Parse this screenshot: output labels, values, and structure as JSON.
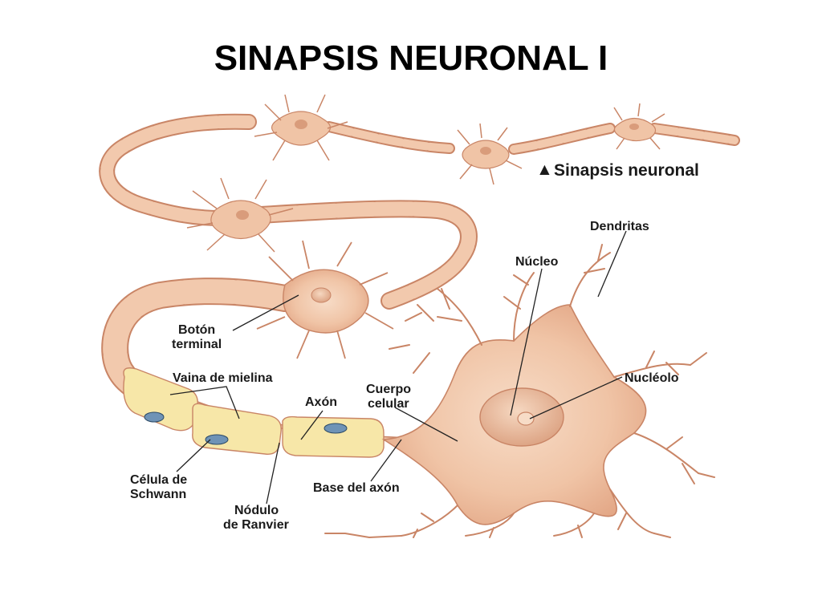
{
  "title": "SINAPSIS NEURONAL I",
  "caption": "Sinapsis neuronal",
  "labels": {
    "dendritas": "Dendritas",
    "nucleo": "Núcleo",
    "nucleolo": "Nucléolo",
    "boton_line1": "Botón",
    "boton_line2": "terminal",
    "vaina": "Vaina de mielina",
    "cuerpo_line1": "Cuerpo",
    "cuerpo_line2": "celular",
    "axon": "Axón",
    "celula_line1": "Célula de",
    "celula_line2": "Schwann",
    "base_axon": "Base del axón",
    "nodulo_line1": "Nódulo",
    "nodulo_line2": "de Ranvier"
  },
  "colors": {
    "cell_fill": "#f2c9ad",
    "cell_dark": "#dc9c7a",
    "cell_outline": "#c98566",
    "myelin_cream": "#f7e7a8",
    "schwann_nucleus": "#6f93b6",
    "text": "#1a1a1a"
  }
}
